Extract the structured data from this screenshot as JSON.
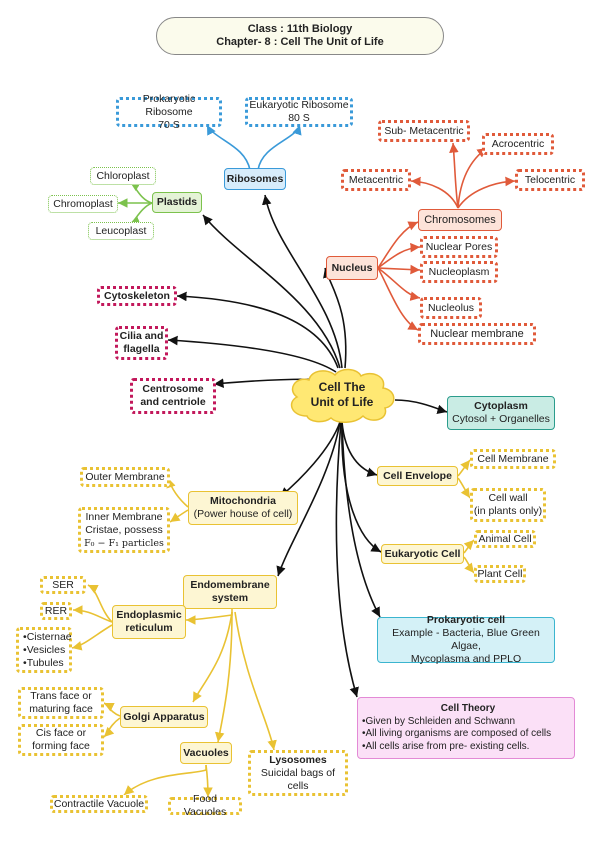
{
  "header": {
    "line1": "Class : 11th Biology",
    "line2": "Chapter- 8 : Cell The Unit of Life"
  },
  "center": {
    "line1": "Cell The",
    "line2": "Unit of Life"
  },
  "ribosomes": {
    "label": "Ribosomes",
    "prokaryotic": {
      "line1": "Prokaryotic Ribosome",
      "line2": "70 S"
    },
    "eukaryotic": {
      "line1": "Eukaryotic Ribosome",
      "line2": "80 S"
    }
  },
  "plastids": {
    "label": "Plastids",
    "chloroplast": "Chloroplast",
    "chromoplast": "Chromoplast",
    "leucoplast": "Leucoplast"
  },
  "nucleus": {
    "label": "Nucleus",
    "chromosomes": "Chromosomes",
    "nuclear_pores": "Nuclear Pores",
    "nucleoplasm": "Nucleoplasm",
    "nucleolus": "Nucleolus",
    "nuclear_membrane": "Nuclear membrane",
    "types": {
      "sub_metacentric": "Sub- Metacentric",
      "acrocentric": "Acrocentric",
      "metacentric": "Metacentric",
      "telocentric": "Telocentric"
    }
  },
  "cytoskeleton": "Cytoskeleton",
  "cilia": {
    "line1": "Cilia and",
    "line2": "flagella"
  },
  "centrosome": {
    "line1": "Centrosome",
    "line2": "and centriole"
  },
  "cytoplasm": {
    "title": "Cytoplasm",
    "subtitle": "Cytosol + Organelles"
  },
  "mitochondria": {
    "title": "Mitochondria",
    "subtitle": "(Power house of cell)",
    "outer": "Outer Membrane",
    "inner": {
      "line1": "Inner Membrane",
      "line2": "Cristae, possess",
      "line3": "F₀ − F₁ particles"
    }
  },
  "cell_envelope": {
    "label": "Cell Envelope",
    "membrane": "Cell Membrane",
    "wall": {
      "line1": "Cell wall",
      "line2": "(in plants only)"
    }
  },
  "eukaryotic": {
    "label": "Eukaryotic Cell",
    "animal": "Animal Cell",
    "plant": "Plant Cell"
  },
  "endomembrane": {
    "line1": "Endomembrane",
    "line2": "system"
  },
  "er": {
    "line1": "Endoplasmic",
    "line2": "reticulum",
    "ser": "SER",
    "rer": "RER",
    "items": [
      "Cisternae",
      "Vesicles",
      "Tubules"
    ]
  },
  "prokaryotic": {
    "title": "Prokaryotic cell",
    "line1": "Example - Bacteria, Blue Green Algae,",
    "line2": "Mycoplasma and PPLO"
  },
  "golgi": {
    "label": "Golgi Apparatus",
    "trans": {
      "line1": "Trans face or",
      "line2": "maturing face"
    },
    "cis": {
      "line1": "Cis face or",
      "line2": "forming face"
    }
  },
  "cell_theory": {
    "title": "Cell Theory",
    "points": [
      "Given by Schleiden and Schwann",
      "All living organisms are composed of cells",
      "All cells arise from pre- existing cells."
    ]
  },
  "vacuoles": {
    "label": "Vacuoles",
    "contractile": "Contractile Vacuole",
    "food": "Food Vacuoles"
  },
  "lysosomes": {
    "title": "Lysosomes",
    "subtitle": "Suicidal bags of cells"
  },
  "colors": {
    "black": "#111111",
    "blue": "#3a9ad9",
    "green": "#7cc24d",
    "red": "#e05a3a",
    "gold": "#e9c233",
    "cloud": "#ffe873"
  }
}
